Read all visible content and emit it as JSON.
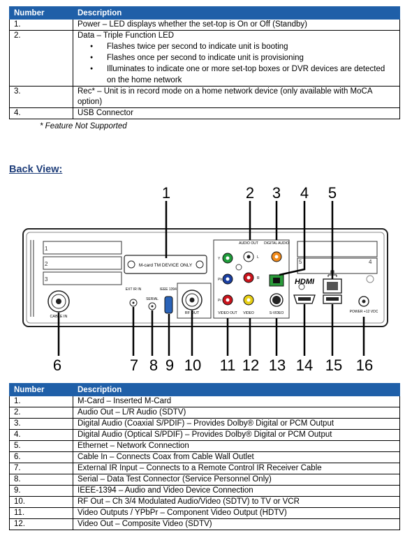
{
  "top_table": {
    "headers": [
      "Number",
      "Description"
    ],
    "rows": [
      {
        "num": "1.",
        "desc": "Power – LED displays whether the set-top is On or Off (Standby)"
      },
      {
        "num": "2.",
        "desc": "Data – Triple Function LED",
        "bullets": [
          "Flashes twice per second to indicate unit is booting",
          "Flashes once per second to indicate unit is provisioning",
          "Illuminates to indicate one or more set-top boxes or DVR devices are detected on the home network"
        ]
      },
      {
        "num": "3.",
        "desc": "Rec* – Unit is in record mode on a home network device (only available with MoCA option)"
      },
      {
        "num": "4.",
        "desc": "USB Connector"
      }
    ]
  },
  "note": "* Feature Not Supported",
  "section_title": "Back View:",
  "diagram": {
    "callouts": [
      "1",
      "2",
      "3",
      "4",
      "5",
      "6",
      "7",
      "8",
      "9",
      "10",
      "11",
      "12",
      "13",
      "14",
      "15",
      "16"
    ],
    "labels": {
      "mcard": "M-card TM DEVICE ONLY",
      "audio_out": "AUDIO OUT",
      "digital_audio": "DIGITAL AUDIO",
      "hdmi": "HDMI",
      "cable_in": "CABLE IN",
      "ext_ir": "EXT IR IN",
      "serial": "SERIAL",
      "ieee": "IEEE 1394",
      "rf_out": "RF OUT",
      "video_out": "VIDEO OUT",
      "video": "VIDEO",
      "svideo": "S-VIDEO",
      "power": "POWER +12 VDC",
      "y": "Y",
      "pb": "Pb",
      "pr": "Pr",
      "l": "L",
      "r": "R",
      "bay1": "1",
      "bay2": "2",
      "bay3": "3",
      "bay4": "4",
      "bay5": "5"
    }
  },
  "bottom_table": {
    "headers": [
      "Number",
      "Description"
    ],
    "rows": [
      {
        "num": "1.",
        "desc": "M-Card – Inserted M-Card"
      },
      {
        "num": "2.",
        "desc": "Audio Out – L/R Audio (SDTV)"
      },
      {
        "num": "3.",
        "desc": "Digital Audio (Coaxial S/PDIF) – Provides Dolby® Digital or PCM Output"
      },
      {
        "num": "4.",
        "desc": "Digital Audio (Optical S/PDIF) – Provides Dolby® Digital or PCM Output"
      },
      {
        "num": "5.",
        "desc": "Ethernet – Network Connection"
      },
      {
        "num": "6.",
        "desc": "Cable In – Connects Coax from Cable Wall Outlet"
      },
      {
        "num": "7.",
        "desc": "External IR Input – Connects to a Remote Control IR Receiver Cable"
      },
      {
        "num": "8.",
        "desc": "Serial – Data Test Connector (Service Personnel Only)"
      },
      {
        "num": "9.",
        "desc": "IEEE-1394 – Audio and Video Device Connection"
      },
      {
        "num": "10.",
        "desc": "RF Out – Ch 3/4 Modulated Audio/Video (SDTV) to TV or VCR"
      },
      {
        "num": "11.",
        "desc": "Video Outputs / YPbPr – Component Video Output (HDTV)"
      },
      {
        "num": "12.",
        "desc": "Video Out – Composite Video (SDTV)"
      }
    ]
  }
}
